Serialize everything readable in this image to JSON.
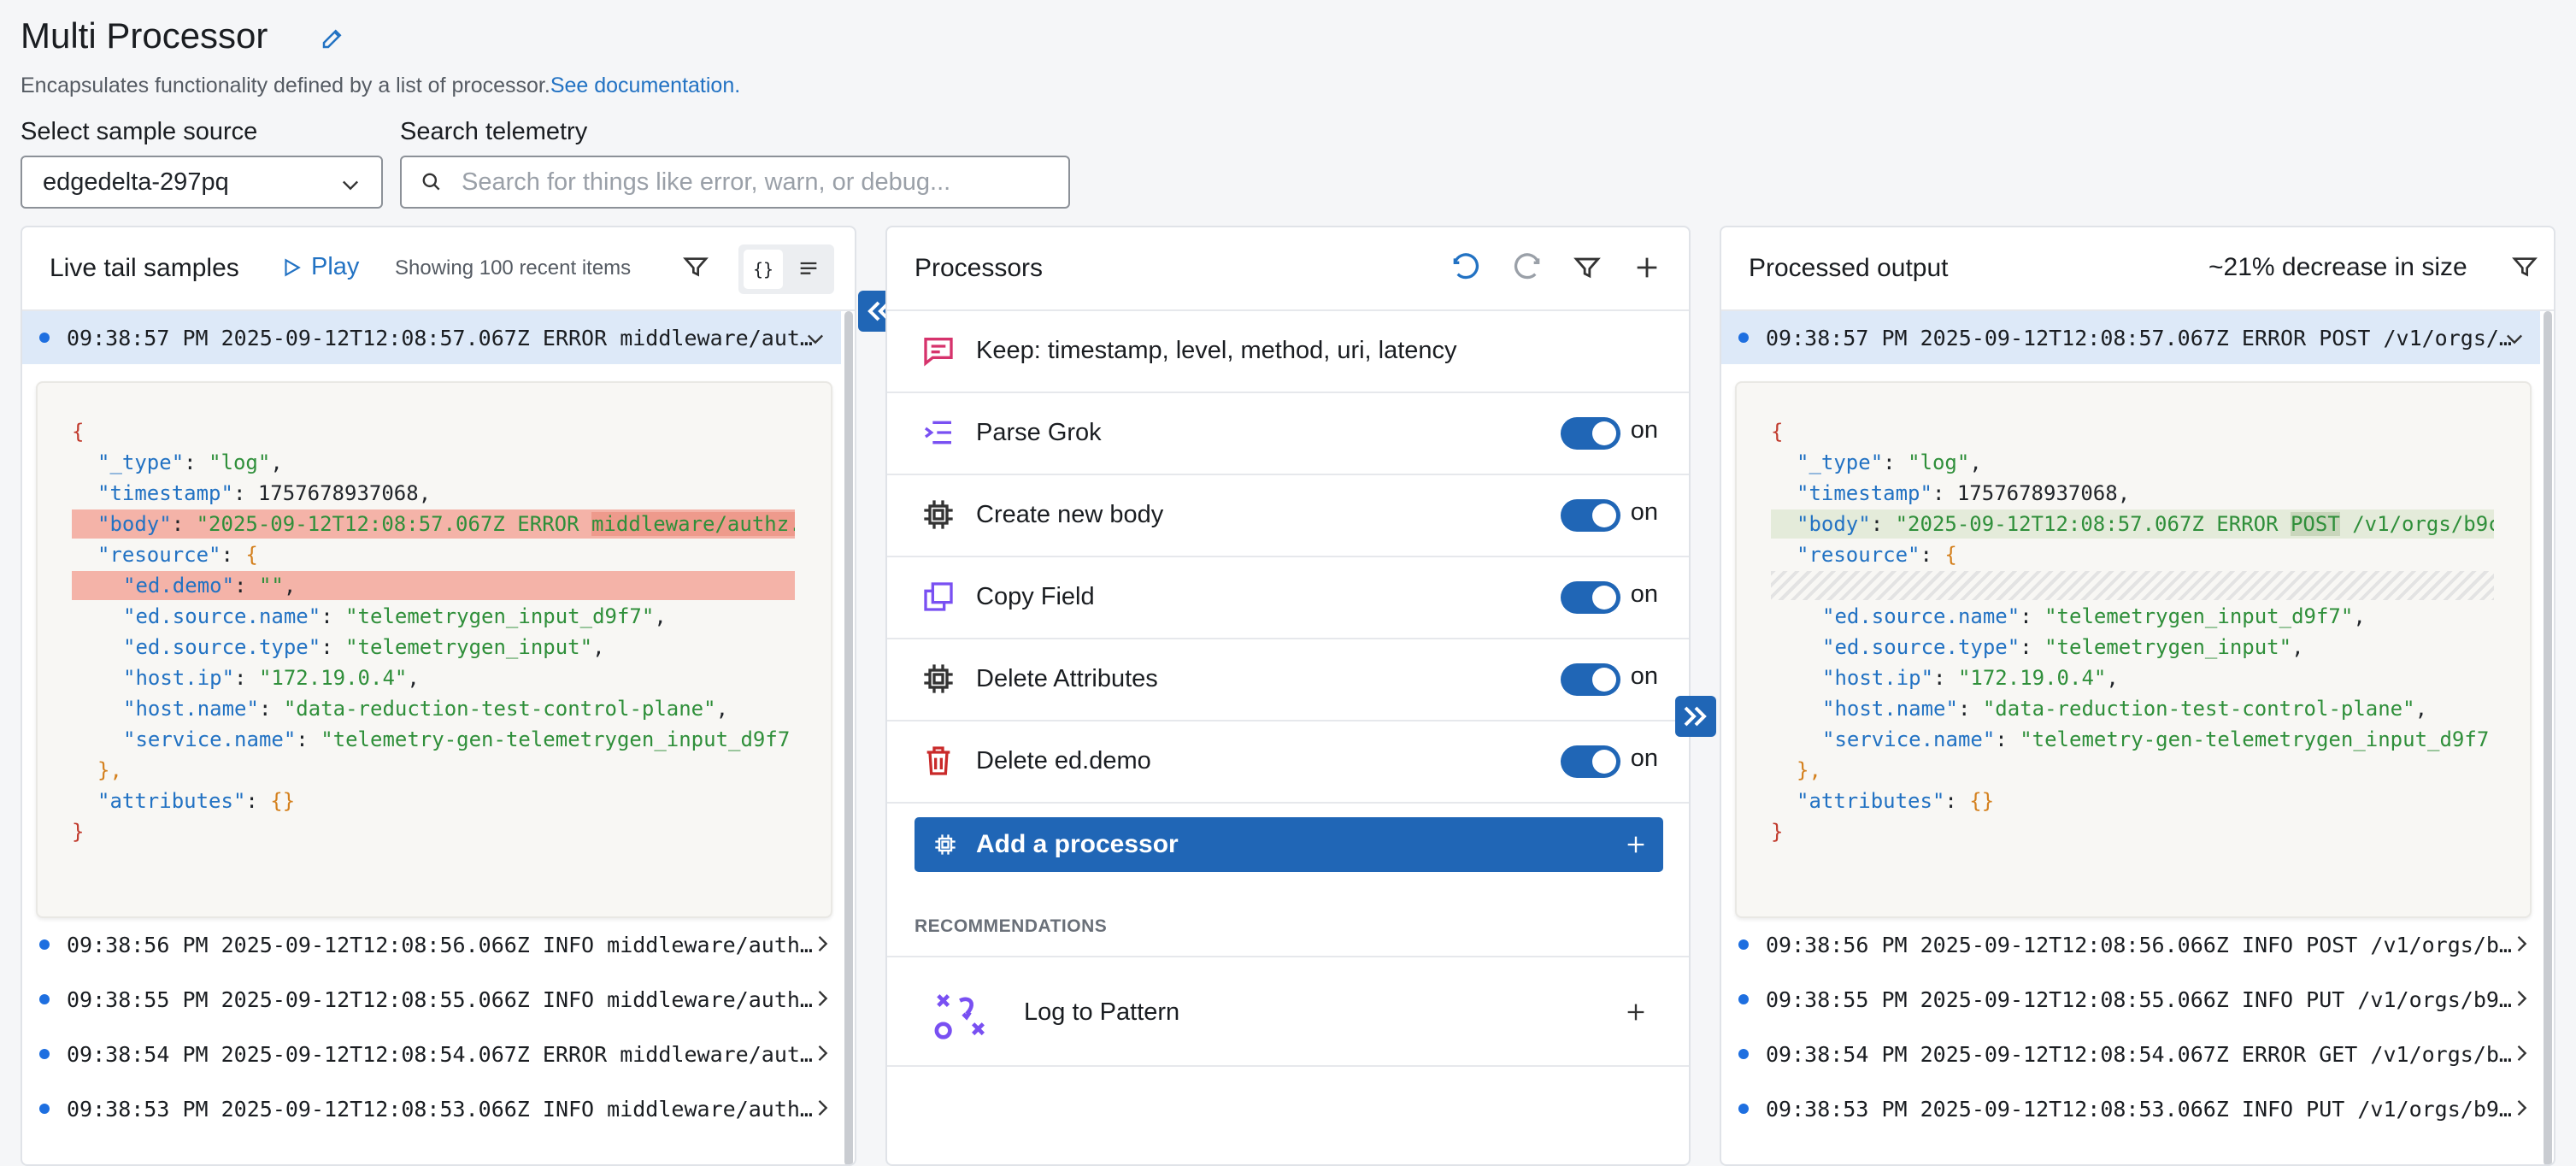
{
  "header": {
    "title": "Multi Processor",
    "description": "Encapsulates functionality defined by a list of processor.",
    "doc_link": "See documentation."
  },
  "filters": {
    "source_label": "Select sample source",
    "source_value": "edgedelta-297pq",
    "search_label": "Search telemetry",
    "search_placeholder": "Search for things like error, warn, or debug..."
  },
  "live_tail": {
    "title": "Live tail samples",
    "play_label": "Play",
    "count_text": "Showing 100 recent items",
    "selected_row": "09:38:57 PM 2025-09-12T12:08:57.067Z ERROR middleware/aut…",
    "json": {
      "open": "{",
      "type_key": "\"_type\"",
      "type_val": "\"log\"",
      "ts_key": "\"timestamp\"",
      "ts_val": "1757678937068",
      "body_key": "\"body\"",
      "body_val_a": "\"2025-09-12T12:08:57.067Z ERROR ",
      "body_val_b": "middleware/authz.",
      "res_key": "\"resource\"",
      "res_open": "{",
      "demo_key": "\"ed.demo\"",
      "demo_val": "\"\"",
      "sn_key": "\"ed.source.name\"",
      "sn_val": "\"telemetrygen_input_d9f7\"",
      "st_key": "\"ed.source.type\"",
      "st_val": "\"telemetrygen_input\"",
      "ip_key": "\"host.ip\"",
      "ip_val": "\"172.19.0.4\"",
      "hn_key": "\"host.name\"",
      "hn_val": "\"data-reduction-test-control-plane\"",
      "svc_key": "\"service.name\"",
      "svc_val": "\"telemetry-gen-telemetrygen_input_d9f7'",
      "res_close": "},",
      "attr_key": "\"attributes\"",
      "attr_val": "{}",
      "close": "}"
    },
    "rows": [
      "09:38:56 PM 2025-09-12T12:08:56.066Z INFO middleware/auth…",
      "09:38:55 PM 2025-09-12T12:08:55.066Z INFO middleware/auth…",
      "09:38:54 PM 2025-09-12T12:08:54.067Z ERROR middleware/aut…",
      "09:38:53 PM 2025-09-12T12:08:53.066Z INFO middleware/auth…"
    ]
  },
  "processors": {
    "title": "Processors",
    "items": [
      {
        "label": "Keep: timestamp, level, method, uri, latency"
      },
      {
        "label": "Parse Grok",
        "state": "on"
      },
      {
        "label": "Create new body",
        "state": "on"
      },
      {
        "label": "Copy Field",
        "state": "on"
      },
      {
        "label": "Delete Attributes",
        "state": "on"
      },
      {
        "label": "Delete ed.demo",
        "state": "on"
      }
    ],
    "add_label": "Add a processor",
    "recommendations_label": "RECOMMENDATIONS",
    "recommendation": "Log to Pattern"
  },
  "output": {
    "title": "Processed output",
    "size_change": "~21% decrease in size",
    "selected_row": "09:38:57 PM 2025-09-12T12:08:57.067Z ERROR POST /v1/orgs/…",
    "json": {
      "open": "{",
      "type_key": "\"_type\"",
      "type_val": "\"log\"",
      "ts_key": "\"timestamp\"",
      "ts_val": "1757678937068",
      "body_key": "\"body\"",
      "body_val_a": "\"2025-09-12T12:08:57.067Z ERROR ",
      "body_val_b": "POST",
      "body_val_c": " /v1/orgs/b9c",
      "res_key": "\"resource\"",
      "res_open": "{",
      "sn_key": "\"ed.source.name\"",
      "sn_val": "\"telemetrygen_input_d9f7\"",
      "st_key": "\"ed.source.type\"",
      "st_val": "\"telemetrygen_input\"",
      "ip_key": "\"host.ip\"",
      "ip_val": "\"172.19.0.4\"",
      "hn_key": "\"host.name\"",
      "hn_val": "\"data-reduction-test-control-plane\"",
      "svc_key": "\"service.name\"",
      "svc_val": "\"telemetry-gen-telemetrygen_input_d9f7'",
      "res_close": "},",
      "attr_key": "\"attributes\"",
      "attr_val": "{}",
      "close": "}"
    },
    "rows": [
      "09:38:56 PM 2025-09-12T12:08:56.066Z INFO POST /v1/orgs/b…",
      "09:38:55 PM 2025-09-12T12:08:55.066Z INFO PUT /v1/orgs/b9…",
      "09:38:54 PM 2025-09-12T12:08:54.067Z ERROR GET /v1/orgs/b…",
      "09:38:53 PM 2025-09-12T12:08:53.066Z INFO PUT /v1/orgs/b9…"
    ]
  },
  "colors": {
    "accent": "#2066b6",
    "link": "#2272c3",
    "selected_row": "#dde9f8",
    "removed_highlight": "#f4b3a8",
    "added_highlight": "#e4ebda"
  }
}
